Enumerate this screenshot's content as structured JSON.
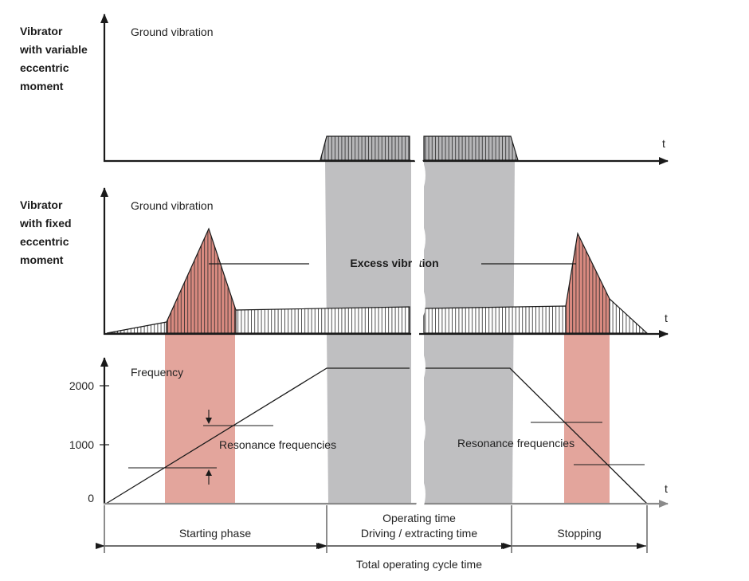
{
  "colors": {
    "grey_band": "#bfbfc1",
    "red_band": "#e3a59c",
    "red_fill": "#d98a80",
    "grey_fill": "#b6b6b8",
    "line": "#1a1a1a",
    "axis_grey": "#8a8a8a"
  },
  "panel_top": {
    "ylabel_lines": [
      "Vibrator",
      "with variable",
      "eccentric",
      "moment"
    ],
    "series_label": "Ground vibration",
    "axis_t": "t"
  },
  "panel_middle": {
    "ylabel_lines": [
      "Vibrator",
      "with fixed",
      "eccentric",
      "moment"
    ],
    "series_label": "Ground vibration",
    "annotation": "Excess vibration",
    "axis_t": "t"
  },
  "panel_bottom": {
    "series_label": "Frequency",
    "axis_t": "t",
    "y_ticks": [
      "2000",
      "1000",
      "0"
    ],
    "annotation_left": "Resonance frequencies",
    "annotation_right": "Resonance frequencies"
  },
  "phases": {
    "starting": "Starting phase",
    "operating_line1": "Operating time",
    "operating_line2": "Driving / extracting time",
    "stopping": "Stopping",
    "total": "Total operating cycle time"
  }
}
